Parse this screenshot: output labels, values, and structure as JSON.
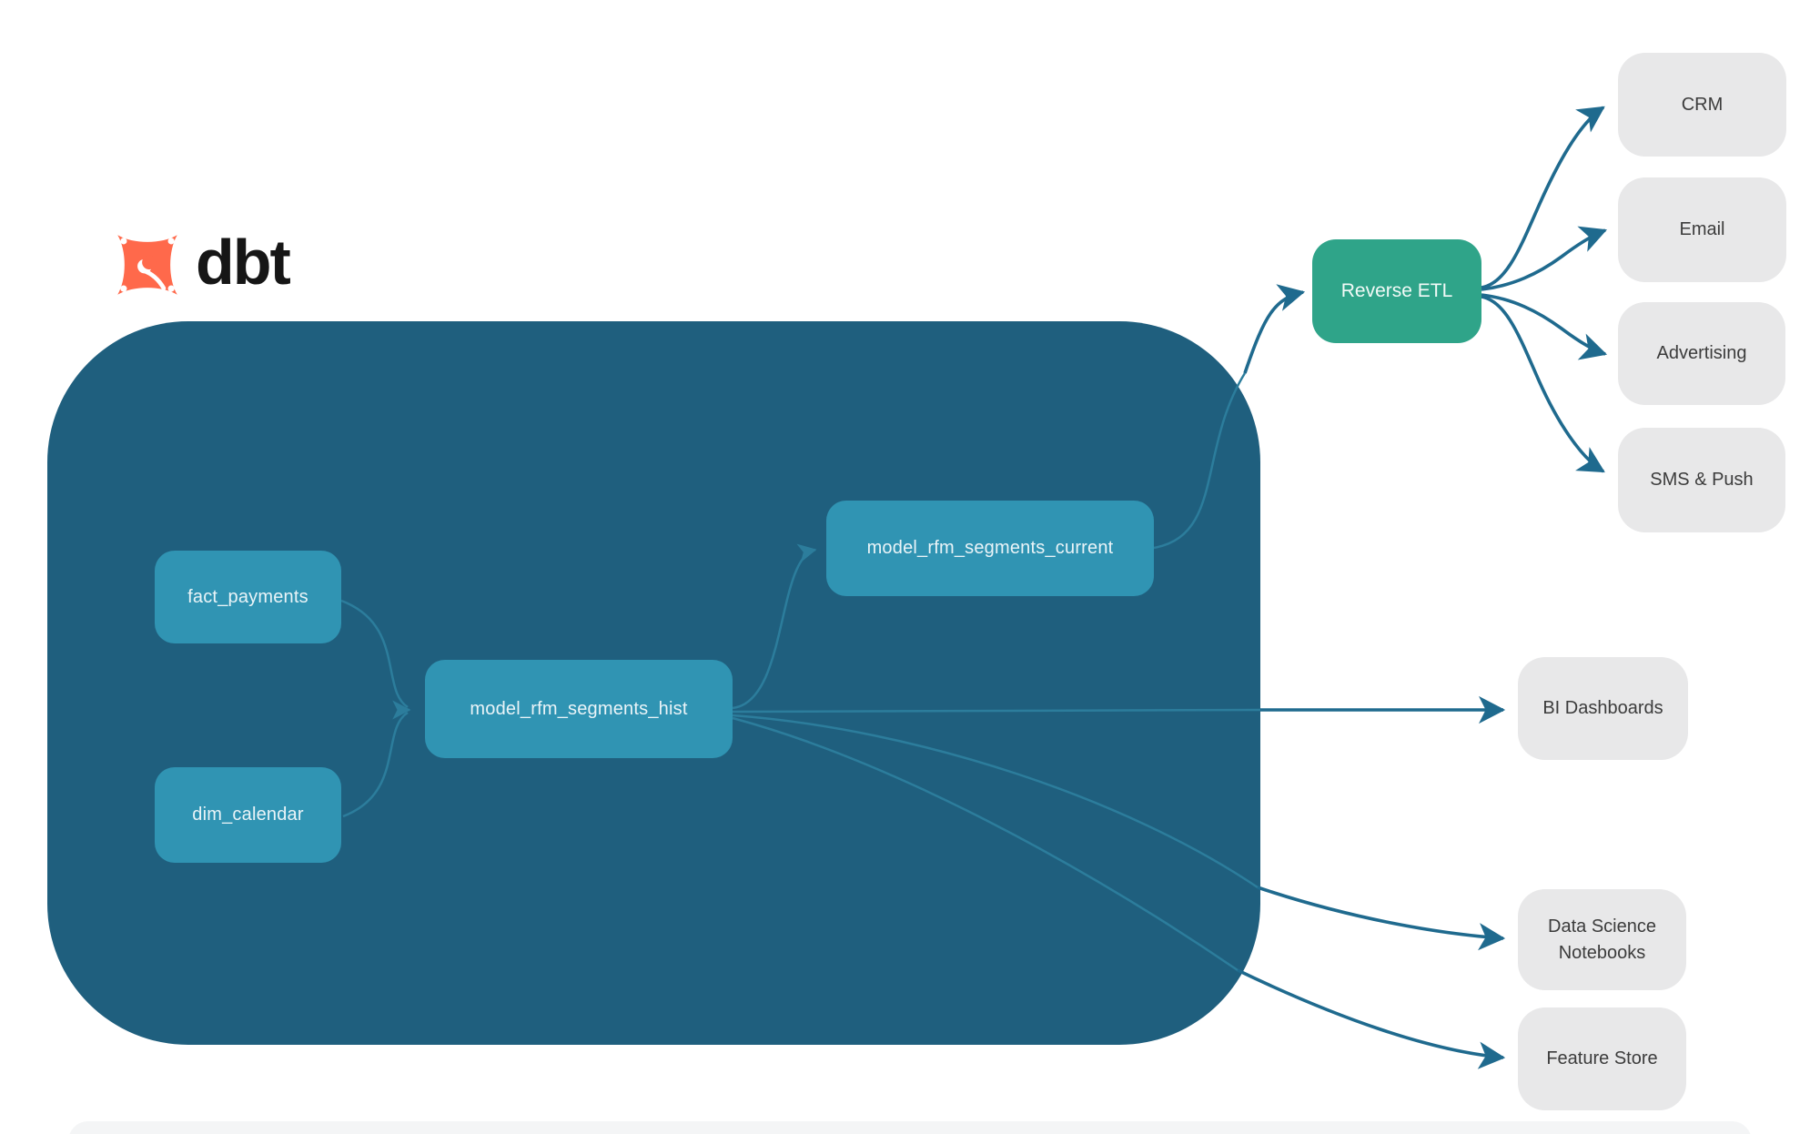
{
  "logo": {
    "brand": "dbt",
    "icon": "dbt-star-icon"
  },
  "warehouse": {
    "models": {
      "fact_payments": {
        "label": "fact_payments"
      },
      "dim_calendar": {
        "label": "dim_calendar"
      },
      "model_rfm_segments_hist": {
        "label": "model_rfm_segments_hist"
      },
      "model_rfm_segments_current": {
        "label": "model_rfm_segments_current"
      }
    }
  },
  "reverse_etl": {
    "label": "Reverse ETL"
  },
  "destinations": {
    "crm": {
      "label": "CRM"
    },
    "email": {
      "label": "Email"
    },
    "advertising": {
      "label": "Advertising"
    },
    "sms_push": {
      "label": "SMS & Push"
    },
    "bi_dashboards": {
      "label": "BI Dashboards"
    },
    "data_science_notebooks": {
      "label": "Data Science Notebooks"
    },
    "feature_store": {
      "label": "Feature Store"
    }
  },
  "edges": [
    {
      "from": "fact_payments",
      "to": "model_rfm_segments_hist"
    },
    {
      "from": "dim_calendar",
      "to": "model_rfm_segments_hist"
    },
    {
      "from": "model_rfm_segments_hist",
      "to": "model_rfm_segments_current"
    },
    {
      "from": "model_rfm_segments_current",
      "to": "Reverse ETL"
    },
    {
      "from": "Reverse ETL",
      "to": "CRM"
    },
    {
      "from": "Reverse ETL",
      "to": "Email"
    },
    {
      "from": "Reverse ETL",
      "to": "Advertising"
    },
    {
      "from": "Reverse ETL",
      "to": "SMS & Push"
    },
    {
      "from": "model_rfm_segments_hist",
      "to": "BI Dashboards"
    },
    {
      "from": "model_rfm_segments_hist",
      "to": "Data Science Notebooks"
    },
    {
      "from": "model_rfm_segments_hist",
      "to": "Feature Store"
    }
  ],
  "colors": {
    "container": "#1F5F7E",
    "model_box": "#3094B3",
    "reverse_etl_box": "#2FA489",
    "destination_box": "#E8E8E9",
    "edge_inner": "#2C7D9C",
    "edge_outer": "#1F6A8E",
    "logo_orange": "#FF694B",
    "logo_text": "#161616"
  }
}
